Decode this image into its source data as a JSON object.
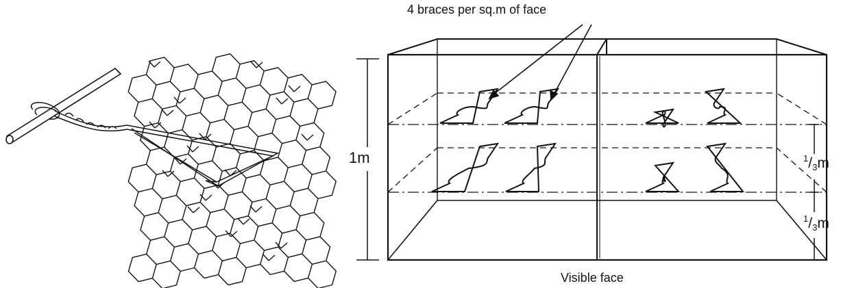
{
  "labels": {
    "top": "4 braces per sq.m of face",
    "bottom": "Visible face",
    "height": "1m",
    "third_upper": {
      "numerator": "1",
      "denominator": "3",
      "unit": "m"
    },
    "third_lower": {
      "numerator": "1",
      "denominator": "3",
      "unit": "m"
    }
  },
  "colors": {
    "ink": "#111111",
    "background": "#ffffff"
  }
}
